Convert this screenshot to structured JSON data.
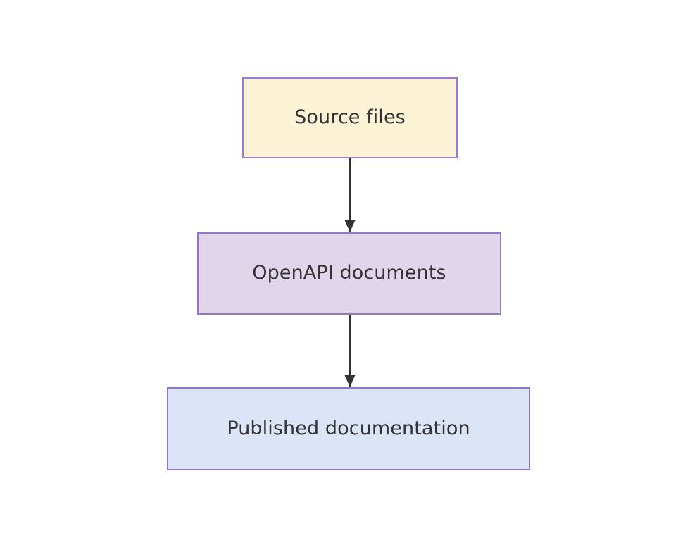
{
  "diagram": {
    "type": "flowchart",
    "direction": "top-to-bottom",
    "background_color": "#ffffff",
    "nodes": [
      {
        "id": "source-files",
        "label": "Source files",
        "fill_color": "#fcf3d7",
        "border_color": "#9c79d4",
        "text_color": "#333333"
      },
      {
        "id": "openapi-documents",
        "label": "OpenAPI documents",
        "fill_color": "#e1d5ec",
        "border_color": "#9575d0",
        "text_color": "#333333"
      },
      {
        "id": "published-documentation",
        "label": "Published documentation",
        "fill_color": "#dce4f7",
        "border_color": "#9575d0",
        "text_color": "#333333"
      }
    ],
    "edges": [
      {
        "id": "edge-source-to-openapi",
        "from": "source-files",
        "to": "openapi-documents",
        "label": "",
        "arrowhead": "solid-triangle",
        "line_color": "#333333"
      },
      {
        "id": "edge-openapi-to-published",
        "from": "openapi-documents",
        "to": "published-documentation",
        "label": "",
        "arrowhead": "solid-triangle",
        "line_color": "#333333"
      }
    ]
  }
}
